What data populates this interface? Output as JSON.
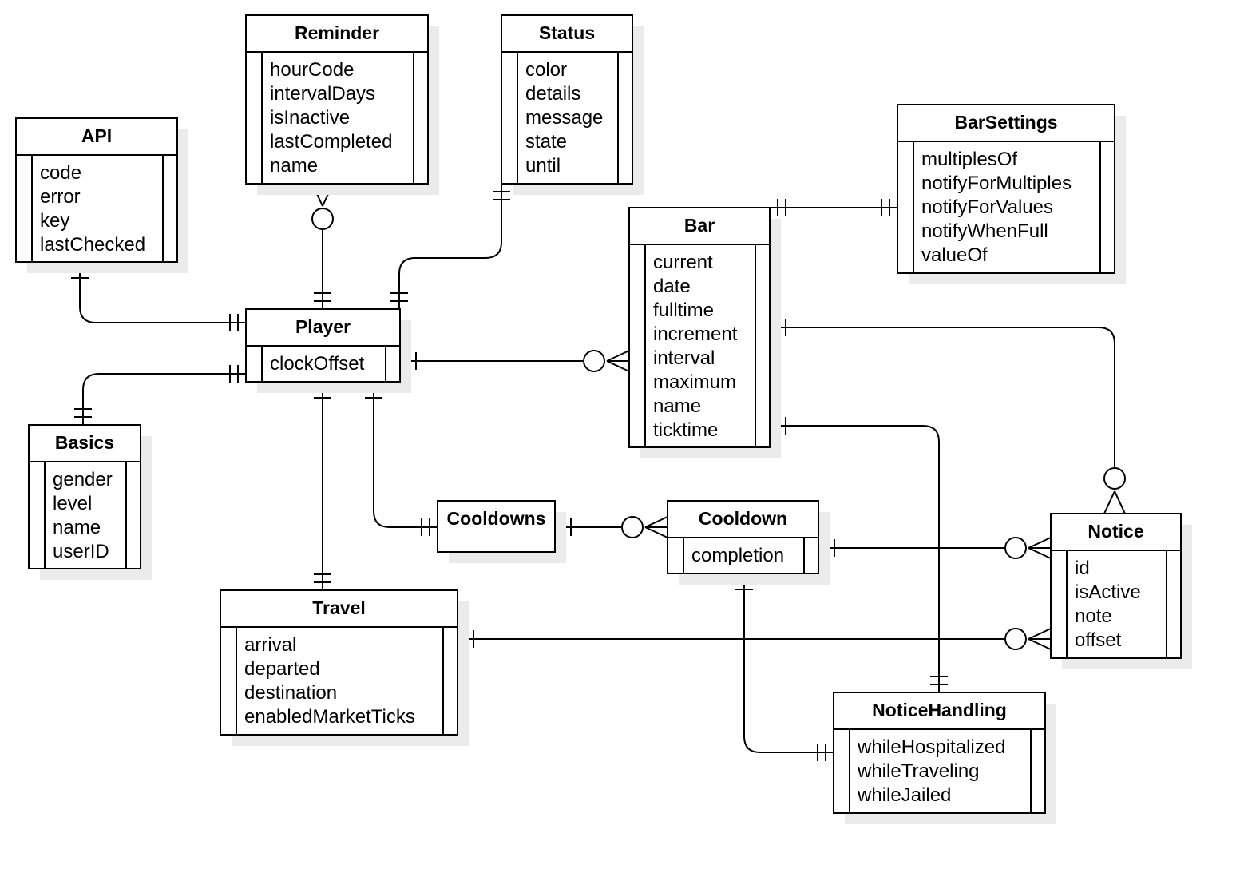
{
  "entities": {
    "reminder": {
      "title": "Reminder",
      "attributes": [
        "hourCode",
        "intervalDays",
        "isInactive",
        "lastCompleted",
        "name"
      ]
    },
    "status": {
      "title": "Status",
      "attributes": [
        "color",
        "details",
        "message",
        "state",
        "until"
      ]
    },
    "api": {
      "title": "API",
      "attributes": [
        "code",
        "error",
        "key",
        "lastChecked"
      ]
    },
    "barsettings": {
      "title": "BarSettings",
      "attributes": [
        "multiplesOf",
        "notifyForMultiples",
        "notifyForValues",
        "notifyWhenFull",
        "valueOf"
      ]
    },
    "bar": {
      "title": "Bar",
      "attributes": [
        "current",
        "date",
        "fulltime",
        "increment",
        "interval",
        "maximum",
        "name",
        "ticktime"
      ]
    },
    "player": {
      "title": "Player",
      "attributes": [
        "clockOffset"
      ]
    },
    "basics": {
      "title": "Basics",
      "attributes": [
        "gender",
        "level",
        "name",
        "userID"
      ]
    },
    "cooldowns": {
      "title": "Cooldowns",
      "attributes": []
    },
    "cooldown": {
      "title": "Cooldown",
      "attributes": [
        "completion"
      ]
    },
    "notice": {
      "title": "Notice",
      "attributes": [
        "id",
        "isActive",
        "note",
        "offset"
      ]
    },
    "travel": {
      "title": "Travel",
      "attributes": [
        "arrival",
        "departed",
        "destination",
        "enabledMarketTicks"
      ]
    },
    "noticehandling": {
      "title": "NoticeHandling",
      "attributes": [
        "whileHospitalized",
        "whileTraveling",
        "whileJailed"
      ]
    }
  },
  "relationships": [
    {
      "from": "player",
      "to": "reminder",
      "from_card": "one",
      "to_card": "zero-or-many"
    },
    {
      "from": "player",
      "to": "status",
      "from_card": "one",
      "to_card": "one"
    },
    {
      "from": "player",
      "to": "api",
      "from_card": "one",
      "to_card": "one"
    },
    {
      "from": "player",
      "to": "basics",
      "from_card": "one",
      "to_card": "one"
    },
    {
      "from": "player",
      "to": "bar",
      "from_card": "one",
      "to_card": "zero-or-many"
    },
    {
      "from": "player",
      "to": "travel",
      "from_card": "one",
      "to_card": "one"
    },
    {
      "from": "player",
      "to": "cooldowns",
      "from_card": "one",
      "to_card": "one"
    },
    {
      "from": "cooldowns",
      "to": "cooldown",
      "from_card": "one",
      "to_card": "zero-or-many"
    },
    {
      "from": "bar",
      "to": "barsettings",
      "from_card": "one",
      "to_card": "one"
    },
    {
      "from": "bar",
      "to": "notice",
      "from_card": "one",
      "to_card": "zero-or-many"
    },
    {
      "from": "bar",
      "to": "noticehandling",
      "from_card": "one",
      "to_card": "one"
    },
    {
      "from": "cooldown",
      "to": "notice",
      "from_card": "one",
      "to_card": "zero-or-many"
    },
    {
      "from": "cooldown",
      "to": "noticehandling",
      "from_card": "one",
      "to_card": "one"
    },
    {
      "from": "travel",
      "to": "notice",
      "from_card": "one",
      "to_card": "zero-or-many"
    }
  ]
}
